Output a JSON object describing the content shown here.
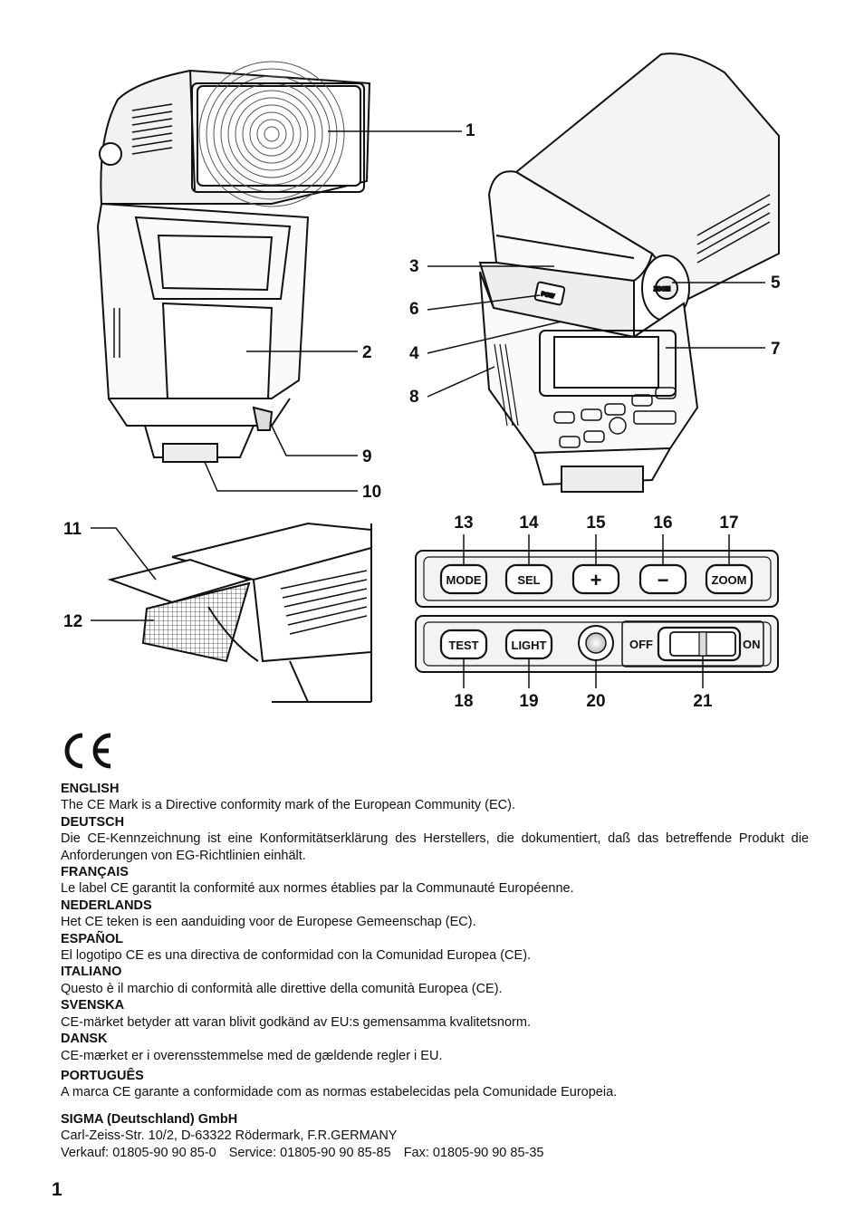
{
  "figure": {
    "callouts": {
      "c1": "1",
      "c2": "2",
      "c3": "3",
      "c4": "4",
      "c5": "5",
      "c6": "6",
      "c7": "7",
      "c8": "8",
      "c9": "9",
      "c10": "10",
      "c11": "11",
      "c12": "12",
      "c13": "13",
      "c14": "14",
      "c15": "15",
      "c16": "16",
      "c17": "17",
      "c18": "18",
      "c19": "19",
      "c20": "20",
      "c21": "21"
    },
    "buttons": {
      "mode": "MODE",
      "sel": "SEL",
      "plus": "+",
      "minus": "−",
      "zoom": "ZOOM",
      "test": "TEST",
      "light": "LIGHT",
      "off": "OFF",
      "on": "ON"
    },
    "unit_labels": {
      "pow": "POW",
      "zoom_small": "ZOOM"
    }
  },
  "ce_mark": {
    "text": "CE",
    "icon": "ce-mark-icon"
  },
  "sections": [
    {
      "heading": "ENGLISH",
      "body": "The CE Mark is a Directive conformity mark of the European Community (EC)."
    },
    {
      "heading": "DEUTSCH",
      "body": "Die CE-Kennzeichnung ist eine Konformitätserklärung des Herstellers, die dokumentiert, daß das betreffende Produkt die Anforderungen von EG-Richtlinien einhält."
    },
    {
      "heading": "FRANÇAIS",
      "body": "Le label CE garantit la conformité aux normes établies par la Communauté Européenne."
    },
    {
      "heading": "NEDERLANDS",
      "body": "Het CE teken is een aanduiding voor de Europese Gemeenschap (EC)."
    },
    {
      "heading": "ESPAÑOL",
      "body": "El logotipo CE es una directiva de conformidad con la Comunidad Europea (CE)."
    },
    {
      "heading": "ITALIANO",
      "body": "Questo è il marchio di conformità alle direttive della comunità Europea (CE)."
    },
    {
      "heading": "SVENSKA",
      "body": "CE-märket betyder att varan blivit godkänd av EU:s gemensamma kvalitetsnorm."
    },
    {
      "heading": "DANSK",
      "body": "CE-mærket er i overensstemmelse med de gældende regler i EU."
    },
    {
      "heading": "PORTUGUÊS",
      "body": "A marca CE garante a conformidade com as normas estabelecidas pela Comunidade Europeia."
    }
  ],
  "company": {
    "name": "SIGMA (Deutschland) GmbH",
    "address": "Carl-Zeiss-Str. 10/2, D-63322 Rödermark, F.R.GERMANY",
    "sales": "Verkauf: 01805-90 90 85-0",
    "service": "Service: 01805-90 90 85-85",
    "fax": "Fax: 01805-90 90 85-35"
  },
  "page_number": "1"
}
